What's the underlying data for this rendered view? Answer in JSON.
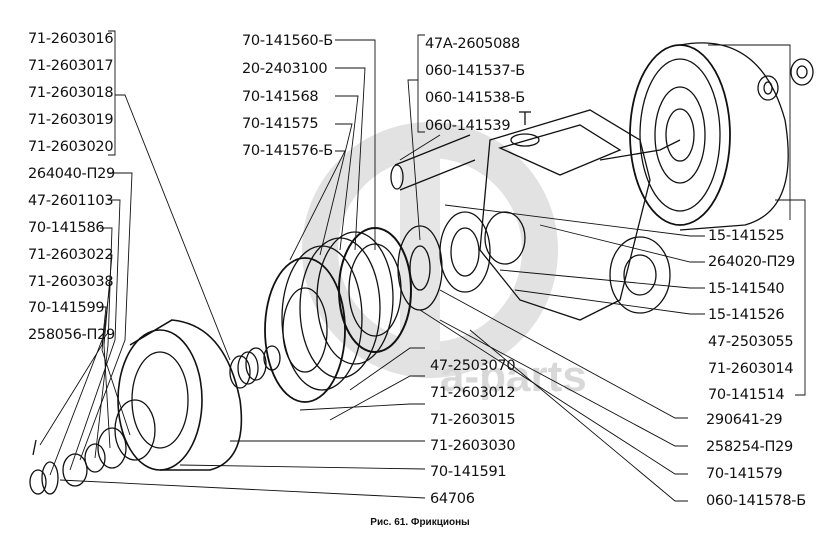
{
  "diagram": {
    "caption": "Рис. 61. Фрикционы",
    "watermark": "a-parts",
    "labels_left": [
      "71-2603016",
      "71-2603017",
      "71-2603018",
      "71-2603019",
      "71-2603020",
      "264040-П29",
      "47-2601103",
      "70-141586",
      "71-2603022",
      "71-2603038",
      "70-141599",
      "258056-П29"
    ],
    "labels_top_center": [
      "70-141560-Б",
      "20-2403100",
      "70-141568",
      "70-141575",
      "70-141576-Б"
    ],
    "labels_top_right": [
      "47А-2605088",
      "060-141537-Б",
      "060-141538-Б",
      "060-141539"
    ],
    "labels_right": [
      "15-141525",
      "264020-П29",
      "15-141540",
      "15-141526",
      "47-2503055",
      "71-2603014",
      "70-141514"
    ],
    "labels_bottom_center": [
      "47-2503070",
      "71-2603012",
      "71-2603015",
      "71-2603030",
      "70-141591",
      "64706"
    ],
    "labels_bottom_right": [
      "290641-29",
      "258254-П29",
      "70-141579",
      "060-141578-Б"
    ]
  }
}
